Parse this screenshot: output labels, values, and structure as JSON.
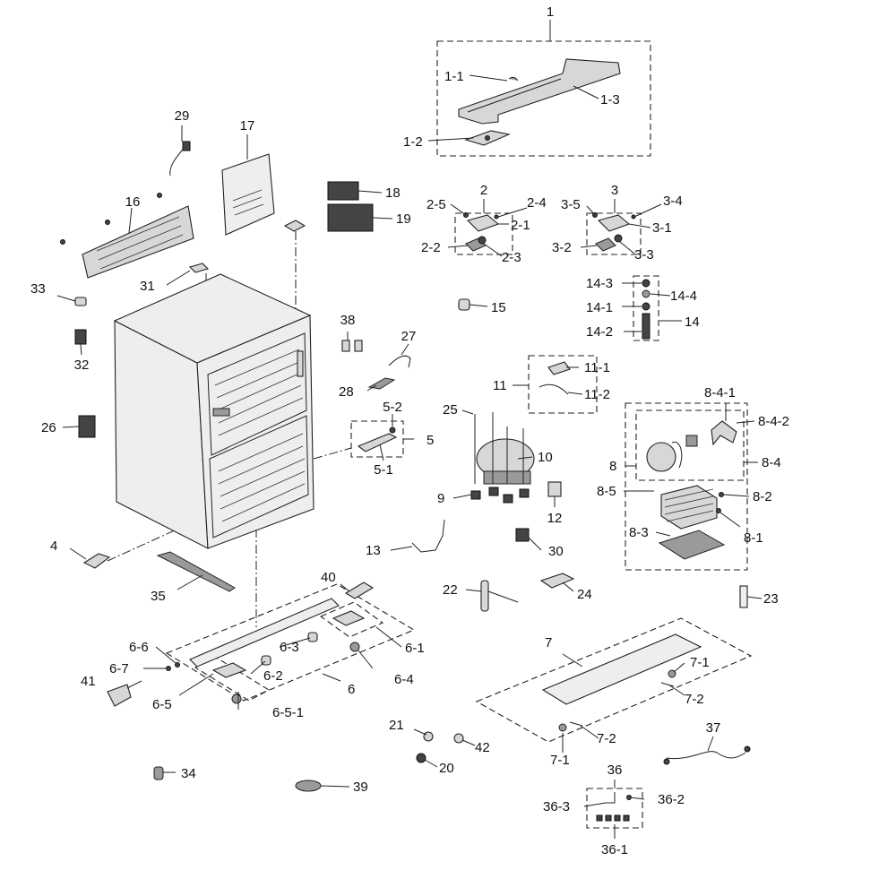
{
  "callouts": {
    "c1": "1",
    "c1_1": "1-1",
    "c1_2": "1-2",
    "c1_3": "1-3",
    "c2": "2",
    "c2_1": "2-1",
    "c2_2": "2-2",
    "c2_3": "2-3",
    "c2_4": "2-4",
    "c2_5": "2-5",
    "c3": "3",
    "c3_1": "3-1",
    "c3_2": "3-2",
    "c3_3": "3-3",
    "c3_4": "3-4",
    "c3_5": "3-5",
    "c4": "4",
    "c5": "5",
    "c5_1": "5-1",
    "c5_2": "5-2",
    "c6": "6",
    "c6_1": "6-1",
    "c6_2": "6-2",
    "c6_3": "6-3",
    "c6_4": "6-4",
    "c6_5": "6-5",
    "c6_5_1": "6-5-1",
    "c6_6": "6-6",
    "c6_7": "6-7",
    "c7": "7",
    "c7_1a": "7-1",
    "c7_1b": "7-1",
    "c7_2a": "7-2",
    "c7_2b": "7-2",
    "c8": "8",
    "c8_1": "8-1",
    "c8_2": "8-2",
    "c8_3": "8-3",
    "c8_4": "8-4",
    "c8_4_1": "8-4-1",
    "c8_4_2": "8-4-2",
    "c8_5": "8-5",
    "c9": "9",
    "c10": "10",
    "c11": "11",
    "c11_1": "11-1",
    "c11_2": "11-2",
    "c12": "12",
    "c13": "13",
    "c14": "14",
    "c14_1": "14-1",
    "c14_2": "14-2",
    "c14_3": "14-3",
    "c14_4": "14-4",
    "c15": "15",
    "c16": "16",
    "c17": "17",
    "c18": "18",
    "c19": "19",
    "c20": "20",
    "c21": "21",
    "c22": "22",
    "c23": "23",
    "c24": "24",
    "c25": "25",
    "c26": "26",
    "c27": "27",
    "c28": "28",
    "c29": "29",
    "c30": "30",
    "c31": "31",
    "c32": "32",
    "c33": "33",
    "c34": "34",
    "c35": "35",
    "c36": "36",
    "c36_1": "36-1",
    "c36_2": "36-2",
    "c36_3": "36-3",
    "c37": "37",
    "c38": "38",
    "c39": "39",
    "c40": "40",
    "c41": "41",
    "c42": "42"
  },
  "colors": {
    "background": "#ffffff",
    "line": "#222222",
    "part_fill": "#d7d7d7",
    "part_dark": "#444444"
  }
}
